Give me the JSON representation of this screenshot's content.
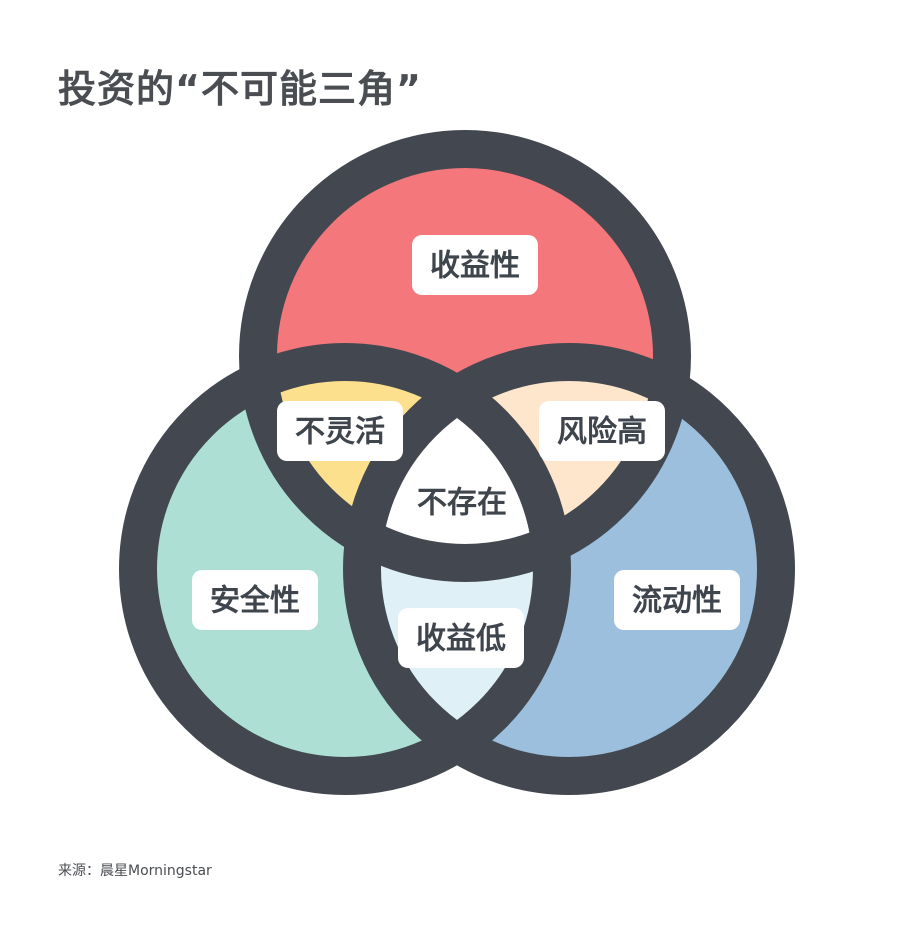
{
  "title": "投资的“不可能三角”",
  "source": "来源：晨星Morningstar",
  "diagram": {
    "labels": {
      "top": "收益性",
      "left": "安全性",
      "right": "流动性",
      "top_left": "不灵活",
      "top_right": "风险高",
      "bottom": "收益低",
      "center": "不存在"
    },
    "colors": {
      "top": "#f4777b",
      "left": "#aedfd4",
      "right": "#9bbfdc",
      "top_left": "#fde08e",
      "top_right": "#fde6cc",
      "bottom": "#dff0f7",
      "center": "#ffffff",
      "outline": "#434850"
    }
  }
}
